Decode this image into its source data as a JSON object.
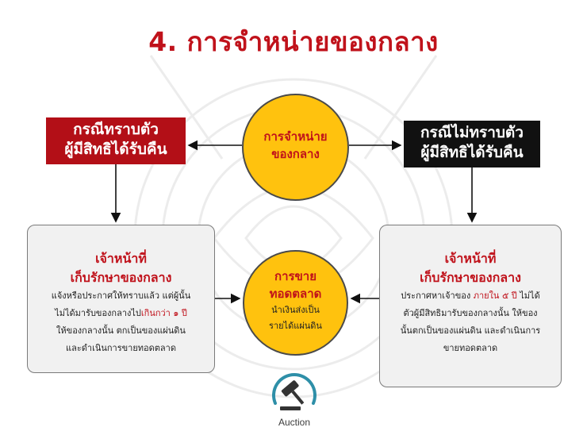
{
  "title": "4. การจำหน่ายของกลาง",
  "center_top": {
    "line1": "การจำหน่าย",
    "line2": "ของกลาง"
  },
  "left_case": {
    "line1": "กรณีทราบตัว",
    "line2": "ผู้มีสิทธิได้รับคืน"
  },
  "right_case": {
    "line1": "กรณีไม่ทราบตัว",
    "line2": "ผู้มีสิทธิได้รับคืน"
  },
  "left_panel": {
    "head1": "เจ้าหน้าที่",
    "head2": "เก็บรักษาของกลาง",
    "l1": "แจ้งหรือประกาศให้ทราบแล้ว  แต่ผู้นั้น",
    "l2a": "ไม่ได้มารับของกลางไป",
    "l2b": "เกินกว่า ๑ ปี",
    "l3": "ให้ของกลางนั้น ตกเป็นของแผ่นดิน",
    "l4": "และดำเนินการขายทอดตลาด"
  },
  "right_panel": {
    "head1": "เจ้าหน้าที่",
    "head2": "เก็บรักษาของกลาง",
    "l1a": "ประกาศหาเจ้าของ ",
    "l1b": "ภายใน ๕ ปี",
    "l1c": " ไม่ได้",
    "l2": "ตัวผู้มีสิทธิมารับของกลางนั้น ให้ของ",
    "l3": "นั้นตกเป็นของแผ่นดิน และดำเนินการ",
    "l4": "ขายทอดตลาด"
  },
  "center_bottom": {
    "line1": "การขาย",
    "line2": "ทอดตลาด",
    "sub1": "นำเงินส่งเป็น",
    "sub2": "รายได้แผ่นดิน"
  },
  "auction_label": "Auction",
  "colors": {
    "accent_red": "#c0121b",
    "circle_yellow": "#ffc20e",
    "panel_gray": "#f1f1f1",
    "icon_teal": "#2e8fa8"
  },
  "icons": {
    "auction": "gavel-icon"
  }
}
